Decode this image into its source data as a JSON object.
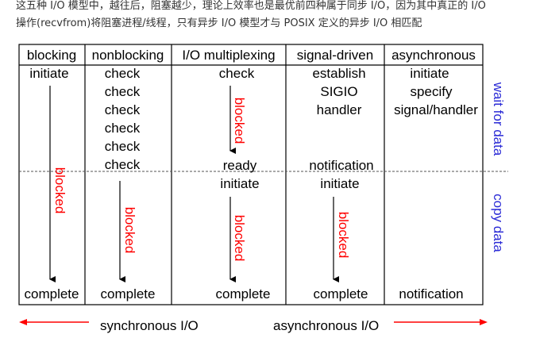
{
  "intro": {
    "line1": "这五种 I/O 模型中，越往后，阻塞越少，理论上效率也是最优前四种属于同步 I/O，因为其中真正的 I/O",
    "line2": "操作(recvfrom)将阻塞进程/线程，只有异步 I/O 模型才与 POSIX 定义的异步 I/O 相匹配"
  },
  "diagram": {
    "columns": [
      "blocking",
      "nonblocking",
      "I/O multiplexing",
      "signal-driven",
      "asynchronous"
    ],
    "blocking": {
      "initiate": "initiate",
      "blocked": "blocked",
      "complete": "complete"
    },
    "nonblocking": {
      "checks": [
        "check",
        "check",
        "check",
        "check",
        "check",
        "check"
      ],
      "blocked": "blocked",
      "complete": "complete"
    },
    "multiplexing": {
      "check": "check",
      "blocked1": "blocked",
      "ready": "ready",
      "initiate": "initiate",
      "blocked2": "blocked",
      "complete": "complete"
    },
    "signal_driven": {
      "establish": "establish",
      "sigio": "SIGIO",
      "handler": "handler",
      "notification": "notification",
      "initiate": "initiate",
      "blocked": "blocked",
      "complete": "complete"
    },
    "asynchronous": {
      "initiate": "initiate",
      "specify": "specify",
      "signal_handler": "signal/handler",
      "notification": "notification"
    },
    "phases": {
      "wait": "wait for data",
      "copy": "copy data"
    },
    "footer": {
      "sync": "synchronous I/O",
      "async": "asynchronous I/O"
    },
    "colors": {
      "blocked": "#ff0000",
      "phase": "#2b2bd6",
      "sync_arrow": "#ff0000"
    }
  }
}
